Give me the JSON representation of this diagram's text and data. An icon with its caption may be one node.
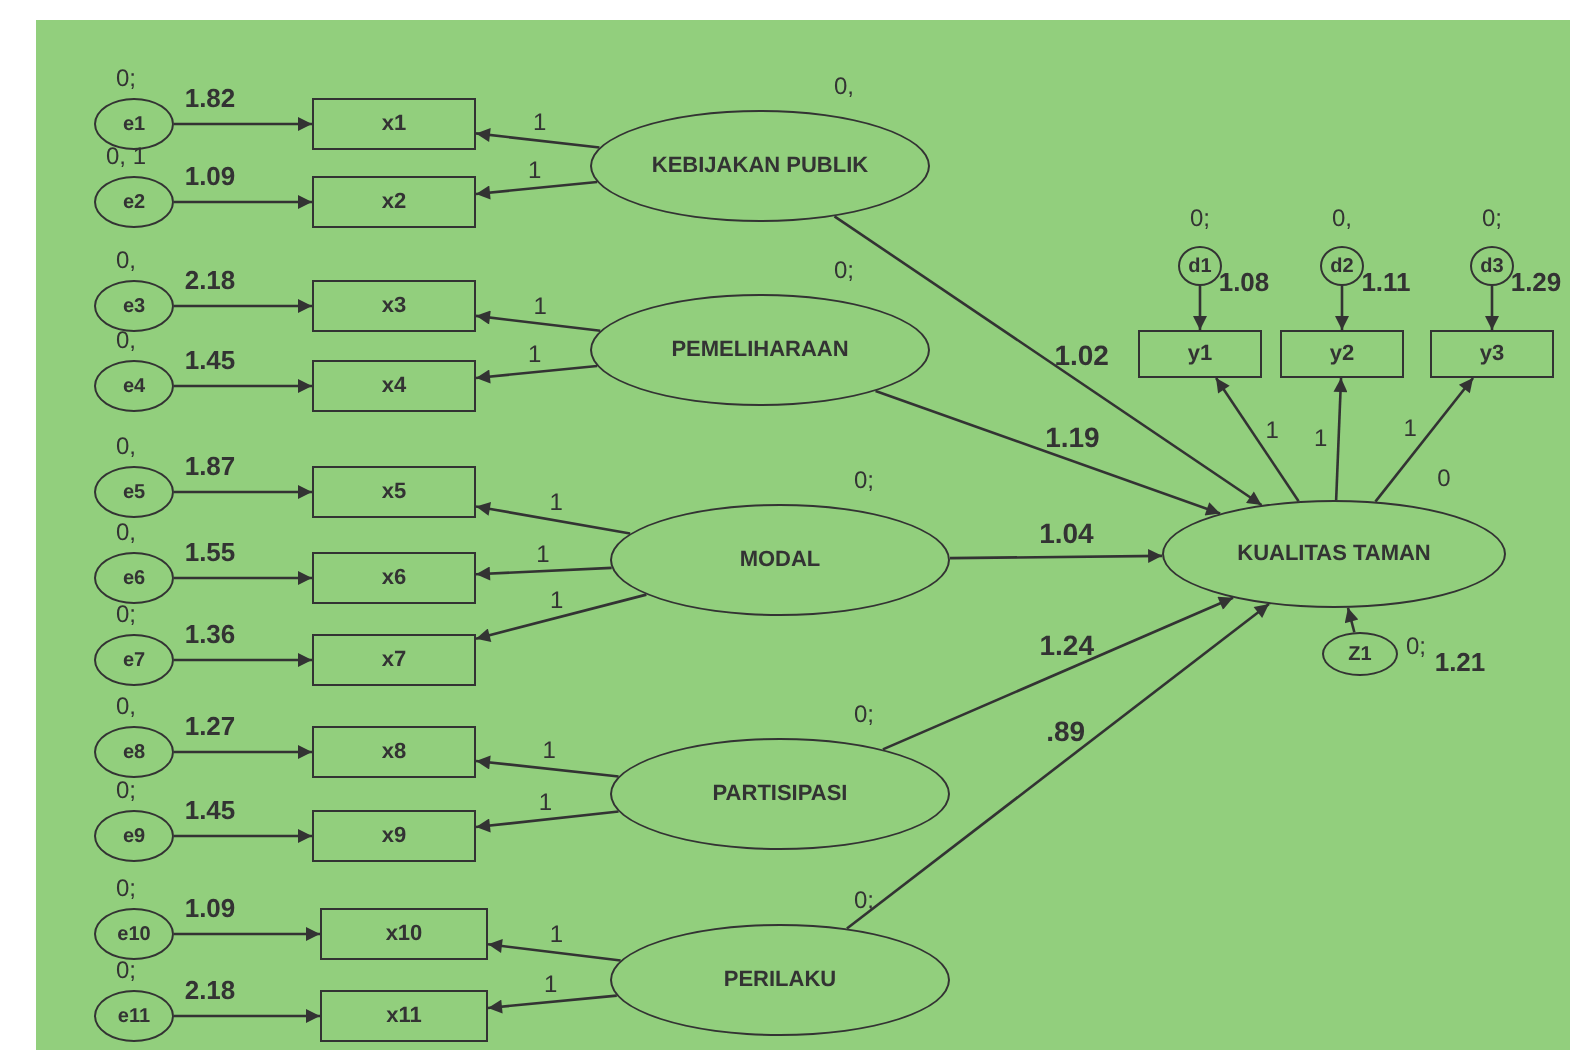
{
  "diagram": {
    "nodes": [
      {
        "text": [
          "e1"
        ],
        "beside": [
          "0;",
          "1.82"
        ]
      },
      {
        "text": [
          "e2"
        ],
        "beside": [
          "0, 1",
          "1.09"
        ]
      },
      {
        "text": [
          "e3"
        ],
        "beside": [
          "0,",
          "2.18"
        ]
      },
      {
        "text": [
          "e4"
        ],
        "beside": [
          "0,",
          "1.45"
        ]
      },
      {
        "text": [
          "e5"
        ],
        "beside": [
          "0,",
          "1.87"
        ]
      },
      {
        "text": [
          "e6"
        ],
        "beside": [
          "0,",
          "1.55"
        ]
      },
      {
        "text": [
          "e7"
        ],
        "beside": [
          "0;",
          "1.36"
        ]
      },
      {
        "text": [
          "e8"
        ],
        "beside": [
          "0,",
          "1.27"
        ]
      },
      {
        "text": [
          "e9"
        ],
        "beside": [
          "0;",
          "1.45"
        ]
      },
      {
        "text": [
          "e10"
        ],
        "beside": [
          "0;",
          "1.09"
        ]
      },
      {
        "text": [
          "e11"
        ],
        "beside": [
          "0;",
          "2.18"
        ]
      },
      {
        "text": [
          "x1"
        ]
      },
      {
        "text": [
          "x2"
        ]
      },
      {
        "text": [
          "x3"
        ]
      },
      {
        "text": [
          "x4"
        ]
      },
      {
        "text": [
          "x5"
        ]
      },
      {
        "text": [
          "x6"
        ]
      },
      {
        "text": [
          "x7"
        ]
      },
      {
        "text": [
          "x8"
        ]
      },
      {
        "text": [
          "x9"
        ]
      },
      {
        "text": [
          "x10"
        ]
      },
      {
        "text": [
          "x11"
        ]
      },
      {
        "text": [
          "KEBIJAKAN PUBLIK"
        ],
        "beside": [
          "0,"
        ]
      },
      {
        "text": [
          "PEMELIHARAAN"
        ],
        "beside": [
          "0;"
        ]
      },
      {
        "text": [
          "MODAL"
        ],
        "beside": [
          "0;"
        ]
      },
      {
        "text": [
          "PARTISIPASI"
        ],
        "beside": [
          "0;"
        ]
      },
      {
        "text": [
          "PERILAKU"
        ],
        "beside": [
          "0;"
        ]
      },
      {
        "text": [
          "KUALITAS TAMAN"
        ],
        "beside": [
          "0"
        ]
      },
      {
        "text": [
          "d1"
        ],
        "beside": [
          "0;",
          "1.08"
        ]
      },
      {
        "text": [
          "d2"
        ],
        "beside": [
          "0,",
          "1.11"
        ]
      },
      {
        "text": [
          "d3"
        ],
        "beside": [
          "0;",
          "1.29"
        ]
      },
      {
        "text": [
          "y1"
        ]
      },
      {
        "text": [
          "y2"
        ]
      },
      {
        "text": [
          "y3"
        ]
      },
      {
        "text": [
          "Z1"
        ],
        "beside": [
          "0;",
          "1.21"
        ]
      }
    ],
    "edges": [
      {
        "from": 0,
        "to": 11,
        "arrow": "to"
      },
      {
        "from": 1,
        "to": 12,
        "arrow": "to"
      },
      {
        "from": 2,
        "to": 13,
        "arrow": "to"
      },
      {
        "from": 3,
        "to": 14,
        "arrow": "to"
      },
      {
        "from": 4,
        "to": 15,
        "arrow": "to"
      },
      {
        "from": 5,
        "to": 16,
        "arrow": "to"
      },
      {
        "from": 6,
        "to": 17,
        "arrow": "to"
      },
      {
        "from": 7,
        "to": 18,
        "arrow": "to"
      },
      {
        "from": 8,
        "to": 19,
        "arrow": "to"
      },
      {
        "from": 9,
        "to": 20,
        "arrow": "to"
      },
      {
        "from": 10,
        "to": 21,
        "arrow": "to"
      },
      {
        "from": 22,
        "to": 11,
        "arrow": "to",
        "label": "1"
      },
      {
        "from": 22,
        "to": 12,
        "arrow": "to",
        "label": "1"
      },
      {
        "from": 23,
        "to": 13,
        "arrow": "to",
        "label": "1"
      },
      {
        "from": 23,
        "to": 14,
        "arrow": "to",
        "label": "1"
      },
      {
        "from": 24,
        "to": 15,
        "arrow": "to",
        "label": "1"
      },
      {
        "from": 24,
        "to": 16,
        "arrow": "to",
        "label": "1"
      },
      {
        "from": 24,
        "to": 17,
        "arrow": "to",
        "label": "1"
      },
      {
        "from": 25,
        "to": 18,
        "arrow": "to",
        "label": "1"
      },
      {
        "from": 25,
        "to": 19,
        "arrow": "to",
        "label": "1"
      },
      {
        "from": 26,
        "to": 20,
        "arrow": "to",
        "label": "1"
      },
      {
        "from": 26,
        "to": 21,
        "arrow": "to",
        "label": "1"
      },
      {
        "from": 22,
        "to": 27,
        "arrow": "to",
        "label": "1.02"
      },
      {
        "from": 23,
        "to": 27,
        "arrow": "to",
        "label": "1.19"
      },
      {
        "from": 24,
        "to": 27,
        "arrow": "to",
        "label": "1.04"
      },
      {
        "from": 25,
        "to": 27,
        "arrow": "to",
        "label": "1.24"
      },
      {
        "from": 26,
        "to": 27,
        "arrow": "to",
        "label": ".89"
      },
      {
        "from": 27,
        "to": 31,
        "arrow": "to",
        "label": "1"
      },
      {
        "from": 27,
        "to": 32,
        "arrow": "to",
        "label": "1"
      },
      {
        "from": 27,
        "to": 33,
        "arrow": "to",
        "label": "1"
      },
      {
        "from": 28,
        "to": 31,
        "arrow": "to"
      },
      {
        "from": 29,
        "to": 32,
        "arrow": "to"
      },
      {
        "from": 30,
        "to": 33,
        "arrow": "to"
      },
      {
        "from": 34,
        "to": 27,
        "arrow": "to"
      }
    ]
  }
}
